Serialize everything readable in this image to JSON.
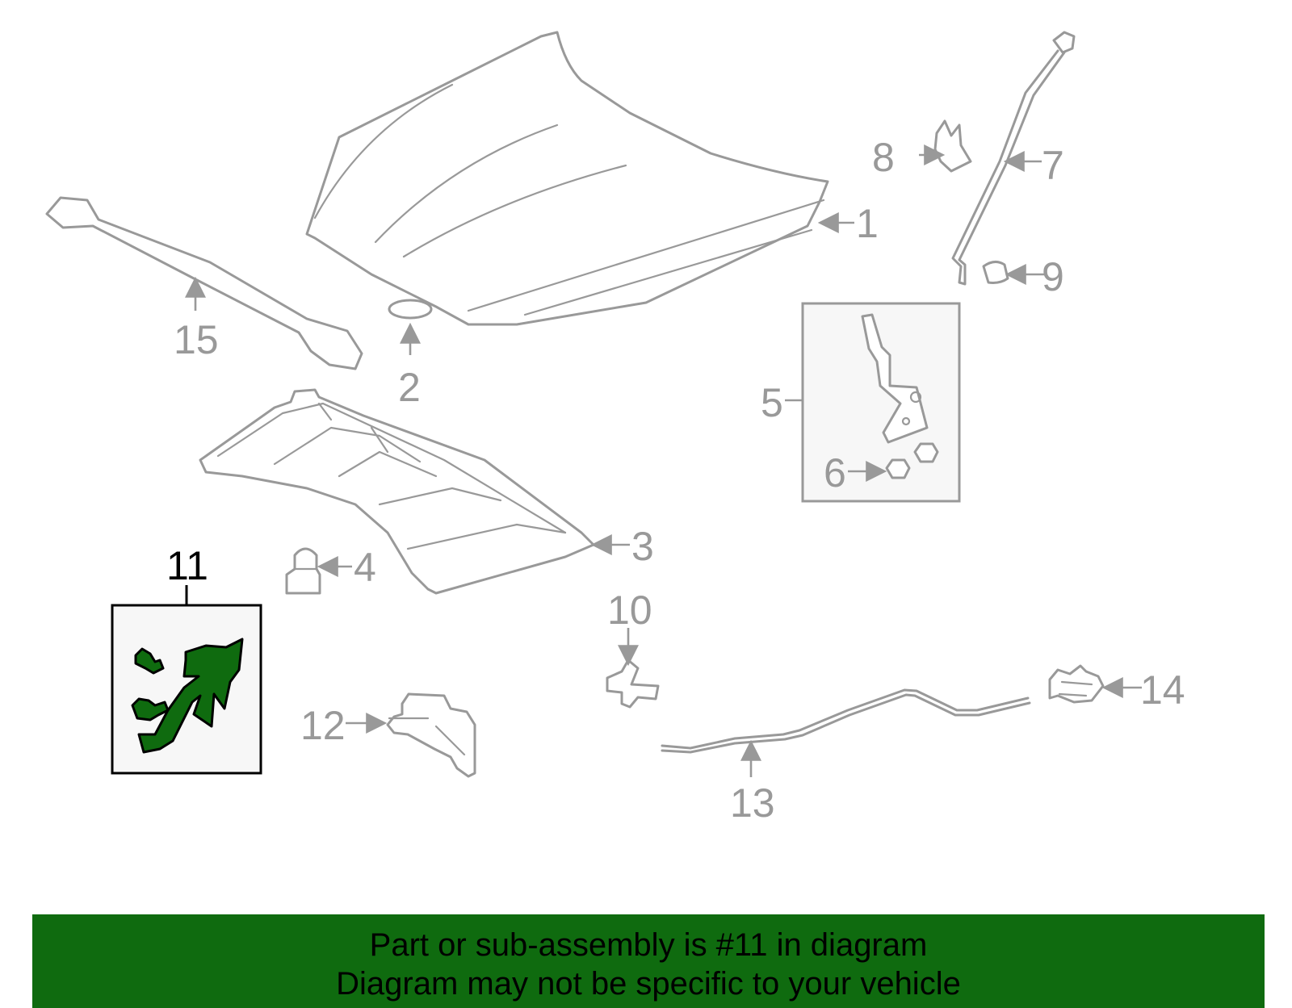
{
  "callouts": {
    "c1": "1",
    "c2": "2",
    "c3": "3",
    "c4": "4",
    "c5": "5",
    "c6": "6",
    "c7": "7",
    "c8": "8",
    "c9": "9",
    "c10": "10",
    "c11": "11",
    "c12": "12",
    "c13": "13",
    "c14": "14",
    "c15": "15"
  },
  "highlighted_part": "11",
  "colors": {
    "highlight": "#0f6b0f",
    "line": "#999999",
    "box_fill": "#f7f7f7"
  },
  "banner": {
    "line1": "Part or sub-assembly is #11 in diagram",
    "line2": "Diagram may not be specific to your vehicle"
  }
}
